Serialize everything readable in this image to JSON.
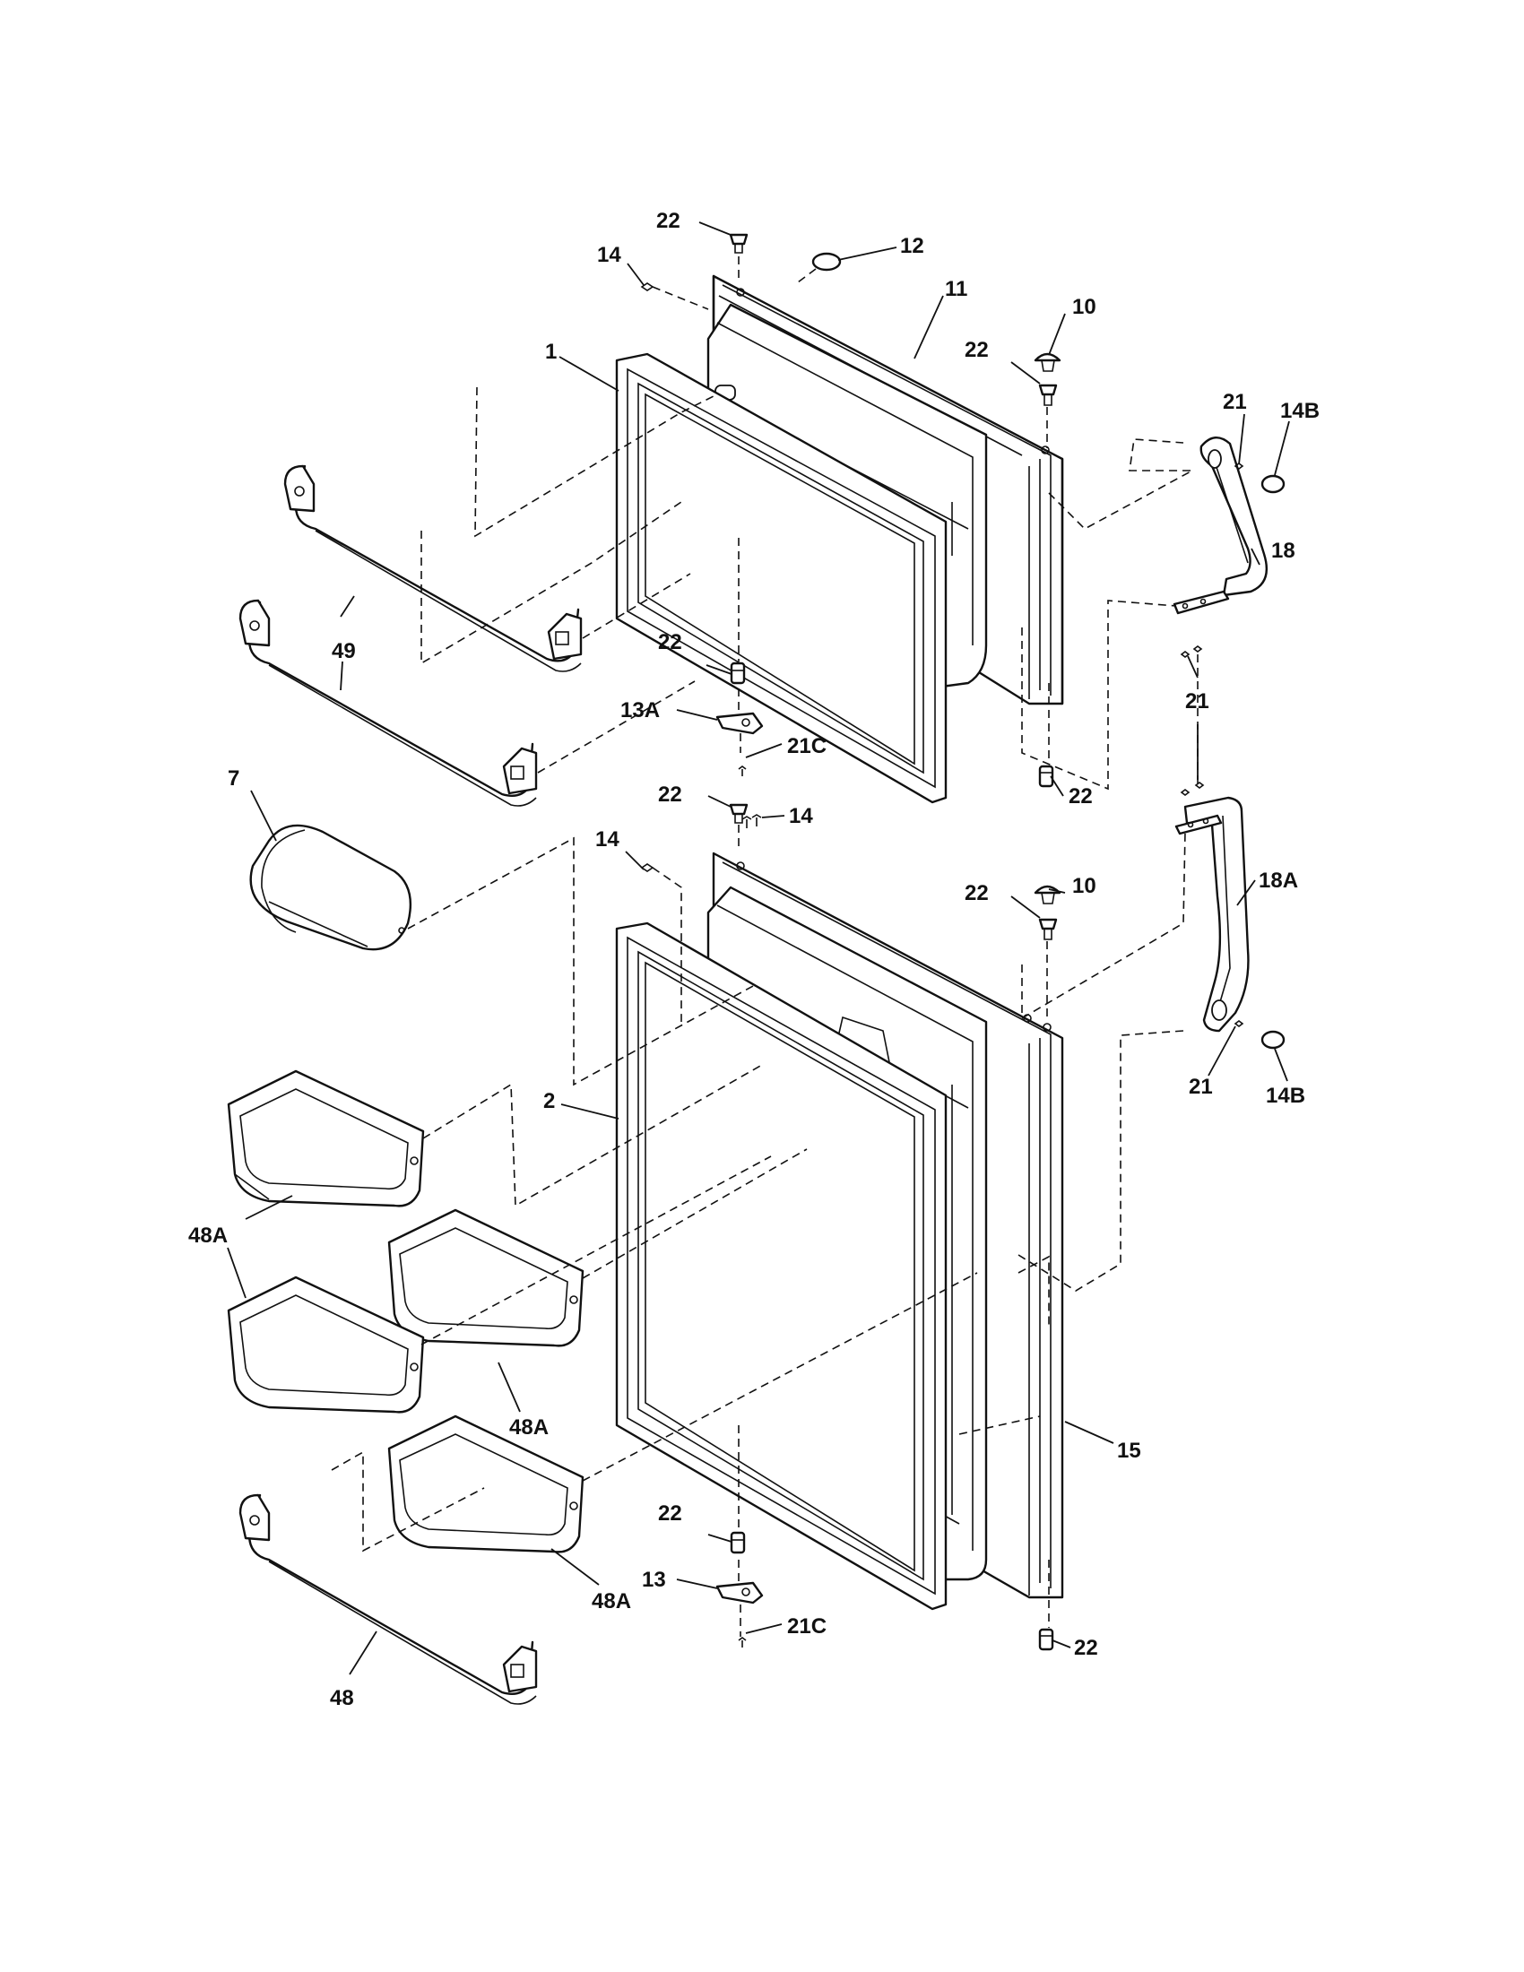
{
  "diagram": {
    "callouts": [
      {
        "id": "c-22-top",
        "text": "22"
      },
      {
        "id": "c-12",
        "text": "12"
      },
      {
        "id": "c-14-top",
        "text": "14"
      },
      {
        "id": "c-11",
        "text": "11"
      },
      {
        "id": "c-10-top",
        "text": "10"
      },
      {
        "id": "c-22-hinge-top",
        "text": "22"
      },
      {
        "id": "c-1",
        "text": "1"
      },
      {
        "id": "c-21-top",
        "text": "21"
      },
      {
        "id": "c-14b-top",
        "text": "14B"
      },
      {
        "id": "c-18",
        "text": "18"
      },
      {
        "id": "c-49",
        "text": "49"
      },
      {
        "id": "c-22-fz-bottom",
        "text": "22"
      },
      {
        "id": "c-13a",
        "text": "13A"
      },
      {
        "id": "c-21c-top",
        "text": "21C"
      },
      {
        "id": "c-21-mid",
        "text": "21"
      },
      {
        "id": "c-22-fz-right",
        "text": "22"
      },
      {
        "id": "c-7",
        "text": "7"
      },
      {
        "id": "c-22-ff-top",
        "text": "22"
      },
      {
        "id": "c-14-ff-right",
        "text": "14"
      },
      {
        "id": "c-14-ff-left",
        "text": "14"
      },
      {
        "id": "c-10-ff",
        "text": "10"
      },
      {
        "id": "c-18a",
        "text": "18A"
      },
      {
        "id": "c-22-ff-hinge",
        "text": "22"
      },
      {
        "id": "c-2",
        "text": "2"
      },
      {
        "id": "c-21-low",
        "text": "21"
      },
      {
        "id": "c-14b-low",
        "text": "14B"
      },
      {
        "id": "c-48a-left",
        "text": "48A"
      },
      {
        "id": "c-48a-mid",
        "text": "48A"
      },
      {
        "id": "c-15",
        "text": "15"
      },
      {
        "id": "c-22-ff-bottom",
        "text": "22"
      },
      {
        "id": "c-13",
        "text": "13"
      },
      {
        "id": "c-48a-low",
        "text": "48A"
      },
      {
        "id": "c-21c-low",
        "text": "21C"
      },
      {
        "id": "c-22-ff-right",
        "text": "22"
      },
      {
        "id": "c-48",
        "text": "48"
      }
    ]
  }
}
